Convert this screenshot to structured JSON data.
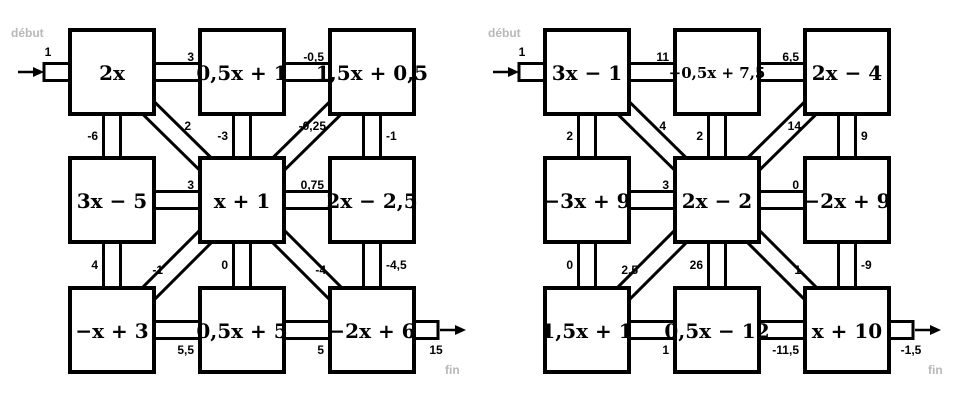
{
  "puzzles": [
    {
      "start_label": "début",
      "end_label": "fin",
      "entry_value": "1",
      "exit_value": "15",
      "boxes": [
        [
          "2x",
          "0,5x + 1",
          "1,5x + 0,5"
        ],
        [
          "3x − 5",
          "x + 1",
          "2x − 2,5"
        ],
        [
          "−x + 3",
          "0,5x + 5",
          "−2x + 6"
        ]
      ],
      "h_values": [
        [
          "3",
          "-0,5"
        ],
        [
          "3",
          "0,75"
        ],
        [
          "5,5",
          "5"
        ]
      ],
      "v_values": [
        [
          "-6",
          "-3",
          "-1"
        ],
        [
          "4",
          "0",
          "-4,5"
        ]
      ],
      "d_values": [
        [
          "2",
          "-0,25"
        ],
        [
          "-1",
          "-4"
        ]
      ]
    },
    {
      "start_label": "début",
      "end_label": "fin",
      "entry_value": "1",
      "exit_value": "-1,5",
      "boxes": [
        [
          "3x − 1",
          "−0,5x + 7,5",
          "2x − 4"
        ],
        [
          "−3x + 9",
          "2x − 2",
          "−2x + 9"
        ],
        [
          "1,5x + 1",
          "0,5x − 12",
          "x + 10"
        ]
      ],
      "h_values": [
        [
          "11",
          "6,5"
        ],
        [
          "3",
          "0"
        ],
        [
          "1",
          "-11,5"
        ]
      ],
      "v_values": [
        [
          "2",
          "2",
          "9"
        ],
        [
          "0",
          "26",
          "-9"
        ]
      ],
      "d_values": [
        [
          "4",
          "14"
        ],
        [
          "2,5",
          "1"
        ]
      ]
    }
  ]
}
